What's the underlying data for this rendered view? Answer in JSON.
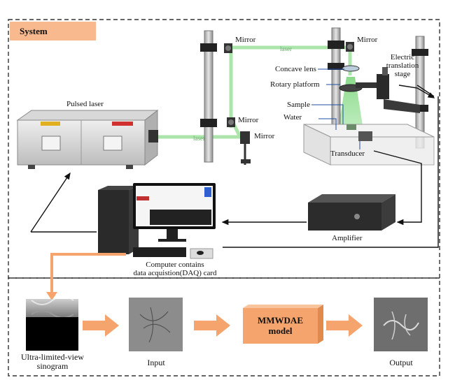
{
  "system_label": "System",
  "components": {
    "pulsed_laser": "Pulsed laser",
    "mirror_top": "Mirror",
    "mirror_top_right": "Mirror",
    "mirror_mid": "Mirror",
    "mirror_low": "Mirror",
    "laser_top": "laser",
    "laser_low": "laser",
    "concave_lens": "Concave lens",
    "electric_stage_1": "Electric",
    "electric_stage_2": "translation",
    "electric_stage_3": "stage",
    "rotary_platform": "Rotary platform",
    "sample": "Sample",
    "water": "Water",
    "transducer": "Transducer",
    "amplifier": "Amplifier",
    "computer_1": "Computer contains",
    "computer_2": "data acquistion(DAQ) card"
  },
  "pipeline": {
    "sinogram_1": "Ultra-limited-view",
    "sinogram_2": "sinogram",
    "input": "Input",
    "model_1": "MMWDAE",
    "model_2": "model",
    "output": "Output"
  },
  "colors": {
    "accent_orange": "#f4a46c",
    "laser_green": "#8fd48f",
    "frame_dash": "#333333"
  }
}
